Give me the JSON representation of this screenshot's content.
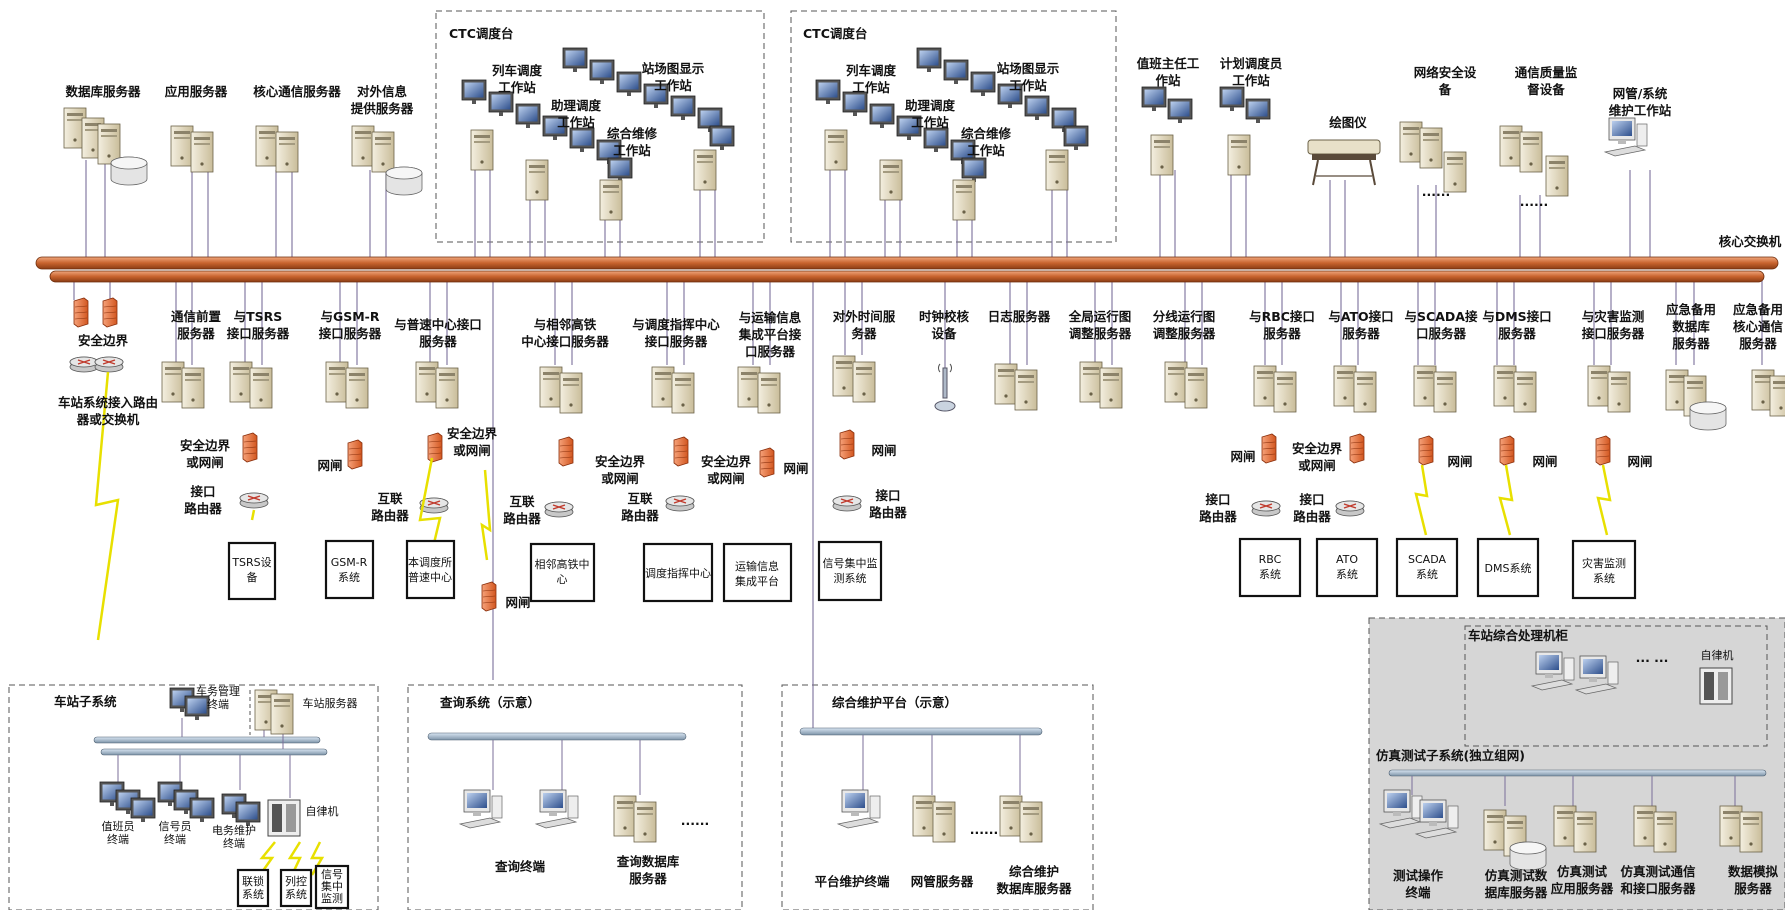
{
  "backbone": {
    "label": "核心交换机"
  },
  "groups": {
    "ctc1": "CTC调度台",
    "ctc2": "CTC调度台",
    "station": "车站子系统",
    "query": "查询系统（示意）",
    "maint": "综合维护平台（示意）",
    "cabinet": "车站综合处理机柜",
    "sim": "仿真测试子系统(独立组网)"
  },
  "top": {
    "db": [
      "数据库服务器"
    ],
    "app": [
      "应用服务器"
    ],
    "core": [
      "核心通信服务器"
    ],
    "ext": [
      "对外信息",
      "提供服务器"
    ],
    "ctc1_train": [
      "列车调度",
      "工作站"
    ],
    "ctc1_yard": [
      "站场图显示",
      "工作站"
    ],
    "ctc1_assist": [
      "助理调度",
      "工作站"
    ],
    "ctc1_maint": [
      "综合维修",
      "工作站"
    ],
    "ctc2_train": [
      "列车调度",
      "工作站"
    ],
    "ctc2_yard": [
      "站场图显示",
      "工作站"
    ],
    "ctc2_assist": [
      "助理调度",
      "工作站"
    ],
    "ctc2_maint": [
      "综合维修",
      "工作站"
    ],
    "duty": [
      "值班主任工",
      "作站"
    ],
    "plan": [
      "计划调度员",
      "工作站"
    ],
    "plotter": [
      "绘图仪"
    ],
    "netsec": [
      "网络安全设",
      "备"
    ],
    "quality": [
      "通信质量监",
      "督设备"
    ],
    "netmgmt": [
      "网管/系统",
      "维护工作站"
    ]
  },
  "mid": {
    "station_router": [
      "车站系统接入路由",
      "器或交换机"
    ],
    "sec_boundary": [
      "安全边界"
    ],
    "comm_front": [
      "通信前置",
      "服务器"
    ],
    "tsrs_if": [
      "与TSRS",
      "接口服务器"
    ],
    "gsmr_if": [
      "与GSM-R",
      "接口服务器"
    ],
    "normal_if": [
      "与普速中心接口",
      "服务器"
    ],
    "adj_if": [
      "与相邻高铁",
      "中心接口服务器"
    ],
    "cmd_if": [
      "与调度指挥中心",
      "接口服务器"
    ],
    "trans_if": [
      "与运输信息",
      "集成平台接",
      "口服务器"
    ],
    "time_srv": [
      "对外时间服",
      "务器"
    ],
    "clock": [
      "时钟校核",
      "设备"
    ],
    "log": [
      "日志服务器"
    ],
    "global": [
      "全局运行图",
      "调整服务器"
    ],
    "branch": [
      "分线运行图",
      "调整服务器"
    ],
    "rbc_if": [
      "与RBC接口",
      "服务器"
    ],
    "ato_if": [
      "与ATO接口",
      "服务器"
    ],
    "scada_if": [
      "与SCADA接",
      "口服务器"
    ],
    "dms_if": [
      "与DMS接口",
      "服务器"
    ],
    "disaster_if": [
      "与灾害监测",
      "接口服务器"
    ],
    "emerg_db": [
      "应急备用",
      "数据库",
      "服务器"
    ],
    "emerg_core": [
      "应急备用",
      "核心通信",
      "服务器"
    ]
  },
  "gateways": {
    "g_tsrs": [
      "安全边界",
      "或网闸"
    ],
    "g_gsmr": [
      "网闸"
    ],
    "g_normal": [
      "安全边界",
      "或网闸"
    ],
    "g_adj": [
      "安全边界",
      "或网闸"
    ],
    "g_cmd": [
      "安全边界",
      "或网闸"
    ],
    "g_trans": [
      "网闸"
    ],
    "g_time": [
      "网闸"
    ],
    "g_query": [
      "网闸"
    ],
    "g_rbc": [
      "网闸"
    ],
    "g_ato": [
      "安全边界",
      "或网闸"
    ],
    "g_scada": [
      "网闸"
    ],
    "g_dms": [
      "网闸"
    ],
    "g_disaster": [
      "网闸"
    ]
  },
  "routers": {
    "r_tsrs": [
      "接口",
      "路由器"
    ],
    "r_gsmr": [
      "互联",
      "路由器"
    ],
    "r_adj": [
      "互联",
      "路由器"
    ],
    "r_cmd": [
      "互联",
      "路由器"
    ],
    "r_time": [
      "接口",
      "路由器"
    ],
    "r_rbc": [
      "接口",
      "路由器"
    ],
    "r_ato": [
      "接口",
      "路由器"
    ]
  },
  "ext_boxes": {
    "tsrs": [
      "TSRS设",
      "备"
    ],
    "gsmr": [
      "GSM-R",
      "系统"
    ],
    "normal": [
      "本调度所",
      "普速中心"
    ],
    "adj": [
      "相邻高铁中",
      "心"
    ],
    "cmd": [
      "调度指挥中心"
    ],
    "trans": [
      "运输信息",
      "集成平台"
    ],
    "sig": [
      "信号集中监",
      "测系统"
    ],
    "rbc": [
      "RBC",
      "系统"
    ],
    "ato": [
      "ATO",
      "系统"
    ],
    "scada": [
      "SCADA",
      "系统"
    ],
    "dms": [
      "DMS系统"
    ],
    "disaster": [
      "灾害监测",
      "系统"
    ]
  },
  "station": {
    "mgmt": [
      "车务管理",
      "终端"
    ],
    "server": [
      "车站服务器"
    ],
    "duty": [
      "值班员",
      "终端"
    ],
    "signal": [
      "信号员",
      "终端"
    ],
    "elec": [
      "电务维护",
      "终端"
    ],
    "auto": [
      "自律机"
    ],
    "box_interlock": [
      "联锁",
      "系统"
    ],
    "box_control": [
      "列控",
      "系统"
    ],
    "box_monitor": [
      "信号",
      "集中",
      "监测"
    ]
  },
  "query": {
    "terminal": [
      "查询终端"
    ],
    "db": [
      "查询数据库",
      "服务器"
    ],
    "dots": "......"
  },
  "maint": {
    "terminal": [
      "平台维护终端"
    ],
    "netmgmt": [
      "网管服务器"
    ],
    "db": [
      "综合维护",
      "数据库服务器"
    ],
    "dots": "......"
  },
  "cabinet": {
    "auto": [
      "自律机"
    ],
    "dots": "... ..."
  },
  "sim": {
    "terminal": [
      "测试操作",
      "终端"
    ],
    "db": [
      "仿真测试数",
      "据库服务器"
    ],
    "app": [
      "仿真测试",
      "应用服务器"
    ],
    "comm": [
      "仿真测试通信",
      "和接口服务器"
    ],
    "model": [
      "数据模拟",
      "服务器"
    ]
  },
  "misc": {
    "dots1": "......",
    "dots2": "......"
  }
}
